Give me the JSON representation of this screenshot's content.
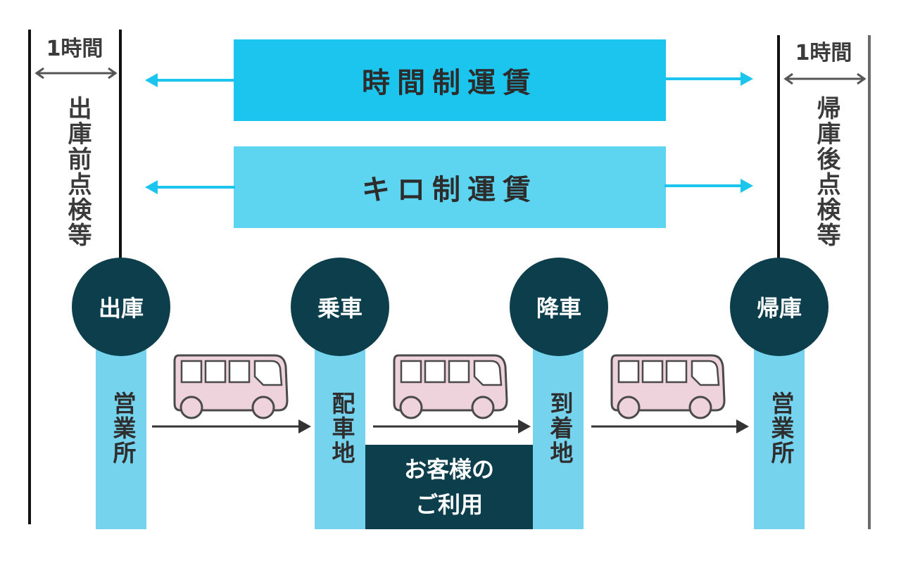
{
  "hour_label_left": "1時間",
  "hour_label_right": "1時間",
  "pre_departure_label": "出庫前点検等",
  "post_return_label": "帰庫後点検等",
  "fares": {
    "time_based": "時間制運賃",
    "distance_based": "キロ制運賃"
  },
  "nodes": [
    "出庫",
    "乗車",
    "降車",
    "帰庫"
  ],
  "locations": [
    "営業所",
    "配車地",
    "到着地",
    "営業所"
  ],
  "usage_label_line1": "お客様の",
  "usage_label_line2": "ご利用",
  "colors": {
    "time_fare": "#1bc5ee",
    "distance_fare": "#5dd4f0",
    "node": "#0c3e4b",
    "pillar": "#76d3ee",
    "bus": "#efd3dc"
  }
}
